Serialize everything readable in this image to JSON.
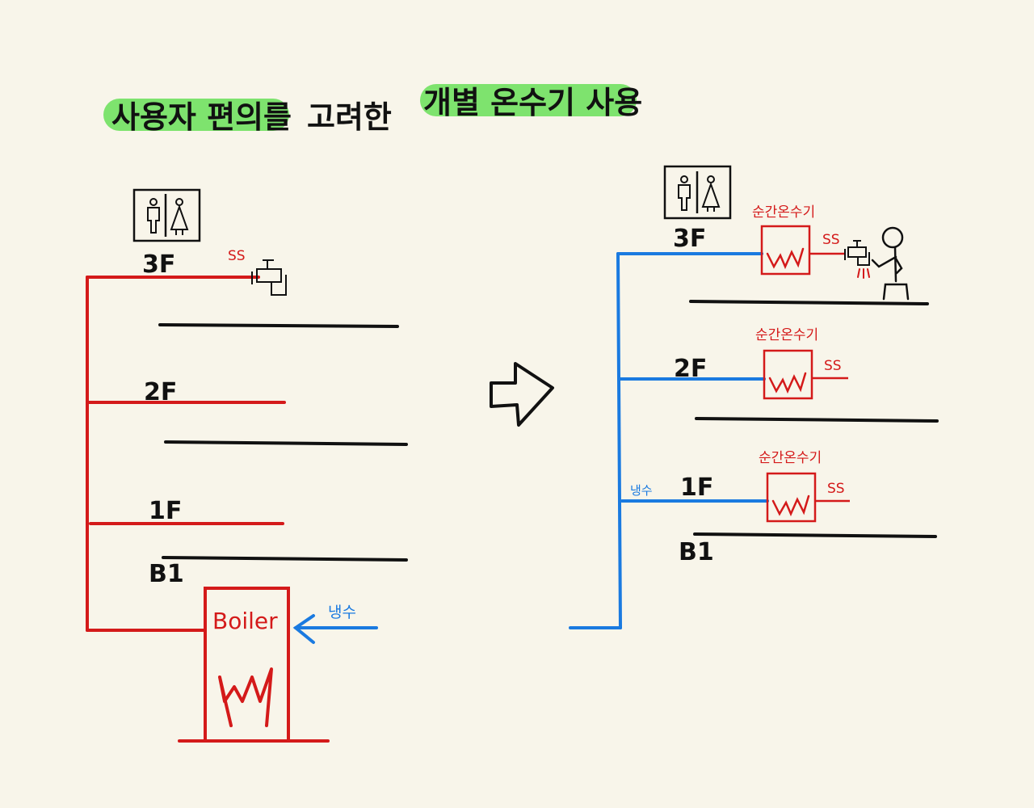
{
  "title": {
    "segments": [
      "사용자 편의를",
      "고려한",
      "개별 온수기 사용"
    ],
    "highlight_color": "#7ee36e"
  },
  "colors": {
    "hot_pipe": "#d41a1a",
    "cold_pipe": "#1a7ae0",
    "slab": "#111111",
    "background": "#f8f5ea"
  },
  "before": {
    "floors": [
      "3F",
      "2F",
      "1F",
      "B1"
    ],
    "supply_label": "SS",
    "boiler_label": "Boiler",
    "cold_water_label": "냉수",
    "icons": [
      "restroom-sign-icon",
      "faucet-icon",
      "flame-icon",
      "arrow-left-icon"
    ]
  },
  "arrow": {
    "icon": "arrow-right-outline-icon"
  },
  "after": {
    "floors": [
      "3F",
      "2F",
      "1F",
      "B1"
    ],
    "heater_label": "순간온수기",
    "supply_label": "SS",
    "cold_water_label": "냉수",
    "icons": [
      "restroom-sign-icon",
      "faucet-icon",
      "person-icon",
      "flame-icon"
    ]
  }
}
